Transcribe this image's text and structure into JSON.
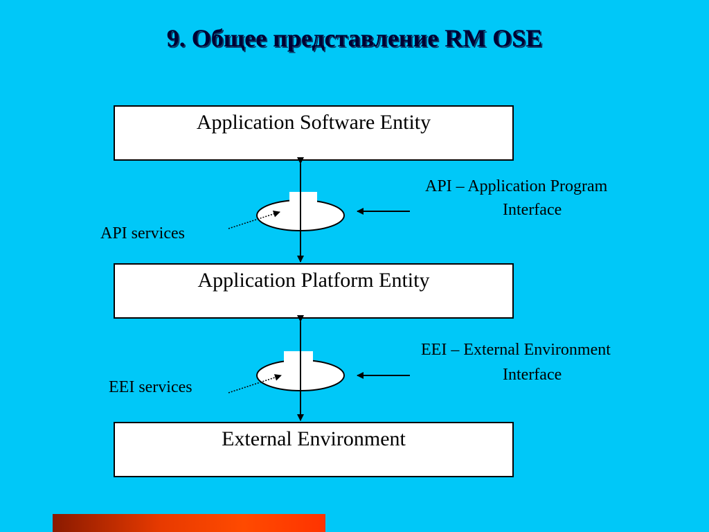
{
  "title": "9. Общее представление RM OSE",
  "boxes": {
    "application_software_entity": "Application Software Entity",
    "application_platform_entity": "Application Platform Entity",
    "external_environment": "External Environment"
  },
  "notes": {
    "api_line1": "API – Application Program",
    "api_line2": "Interface",
    "eei_line1": "EEI – External Environment",
    "eei_line2": "Interface",
    "api_services": "API services",
    "eei_services": "EEI services"
  },
  "colors": {
    "background": "#00c8f8",
    "box_fill": "#ffffff",
    "footer_bar": "#ff4a00"
  }
}
